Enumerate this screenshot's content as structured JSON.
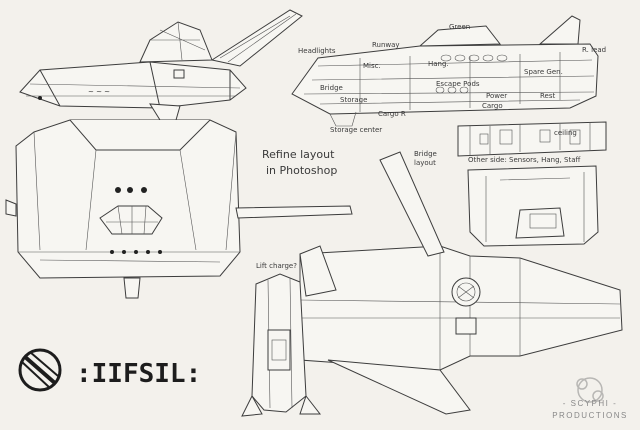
{
  "sheet": {
    "background": "#f3f1ec",
    "ink": "#2b2b2b"
  },
  "labels": {
    "headlights": "Headlights",
    "runway": "Runway",
    "green": "Green",
    "r_lead": "R. lead",
    "hang": "Hang.",
    "misc": "Misc.",
    "spare_gen": "Spare Gen.",
    "escape_pods": "Escape Pods",
    "bridge": "Bridge",
    "storage": "Storage",
    "cargo_r": "Cargo R",
    "cargo": "Cargo",
    "power": "Power",
    "storage_center": "Storage center",
    "rest": "Rest",
    "bridge_layout": "Bridge layout",
    "other_side": "Other side: Sensors, Hang, Staff",
    "ceiling": "ceiling",
    "lift_charge": "Lift charge?"
  },
  "notes": {
    "refine": "Refine layout in Photoshop"
  },
  "branding": {
    "wordmark": "SCYPHI PRODUCTIONS",
    "glyph_title": ":IIFSIL:"
  }
}
